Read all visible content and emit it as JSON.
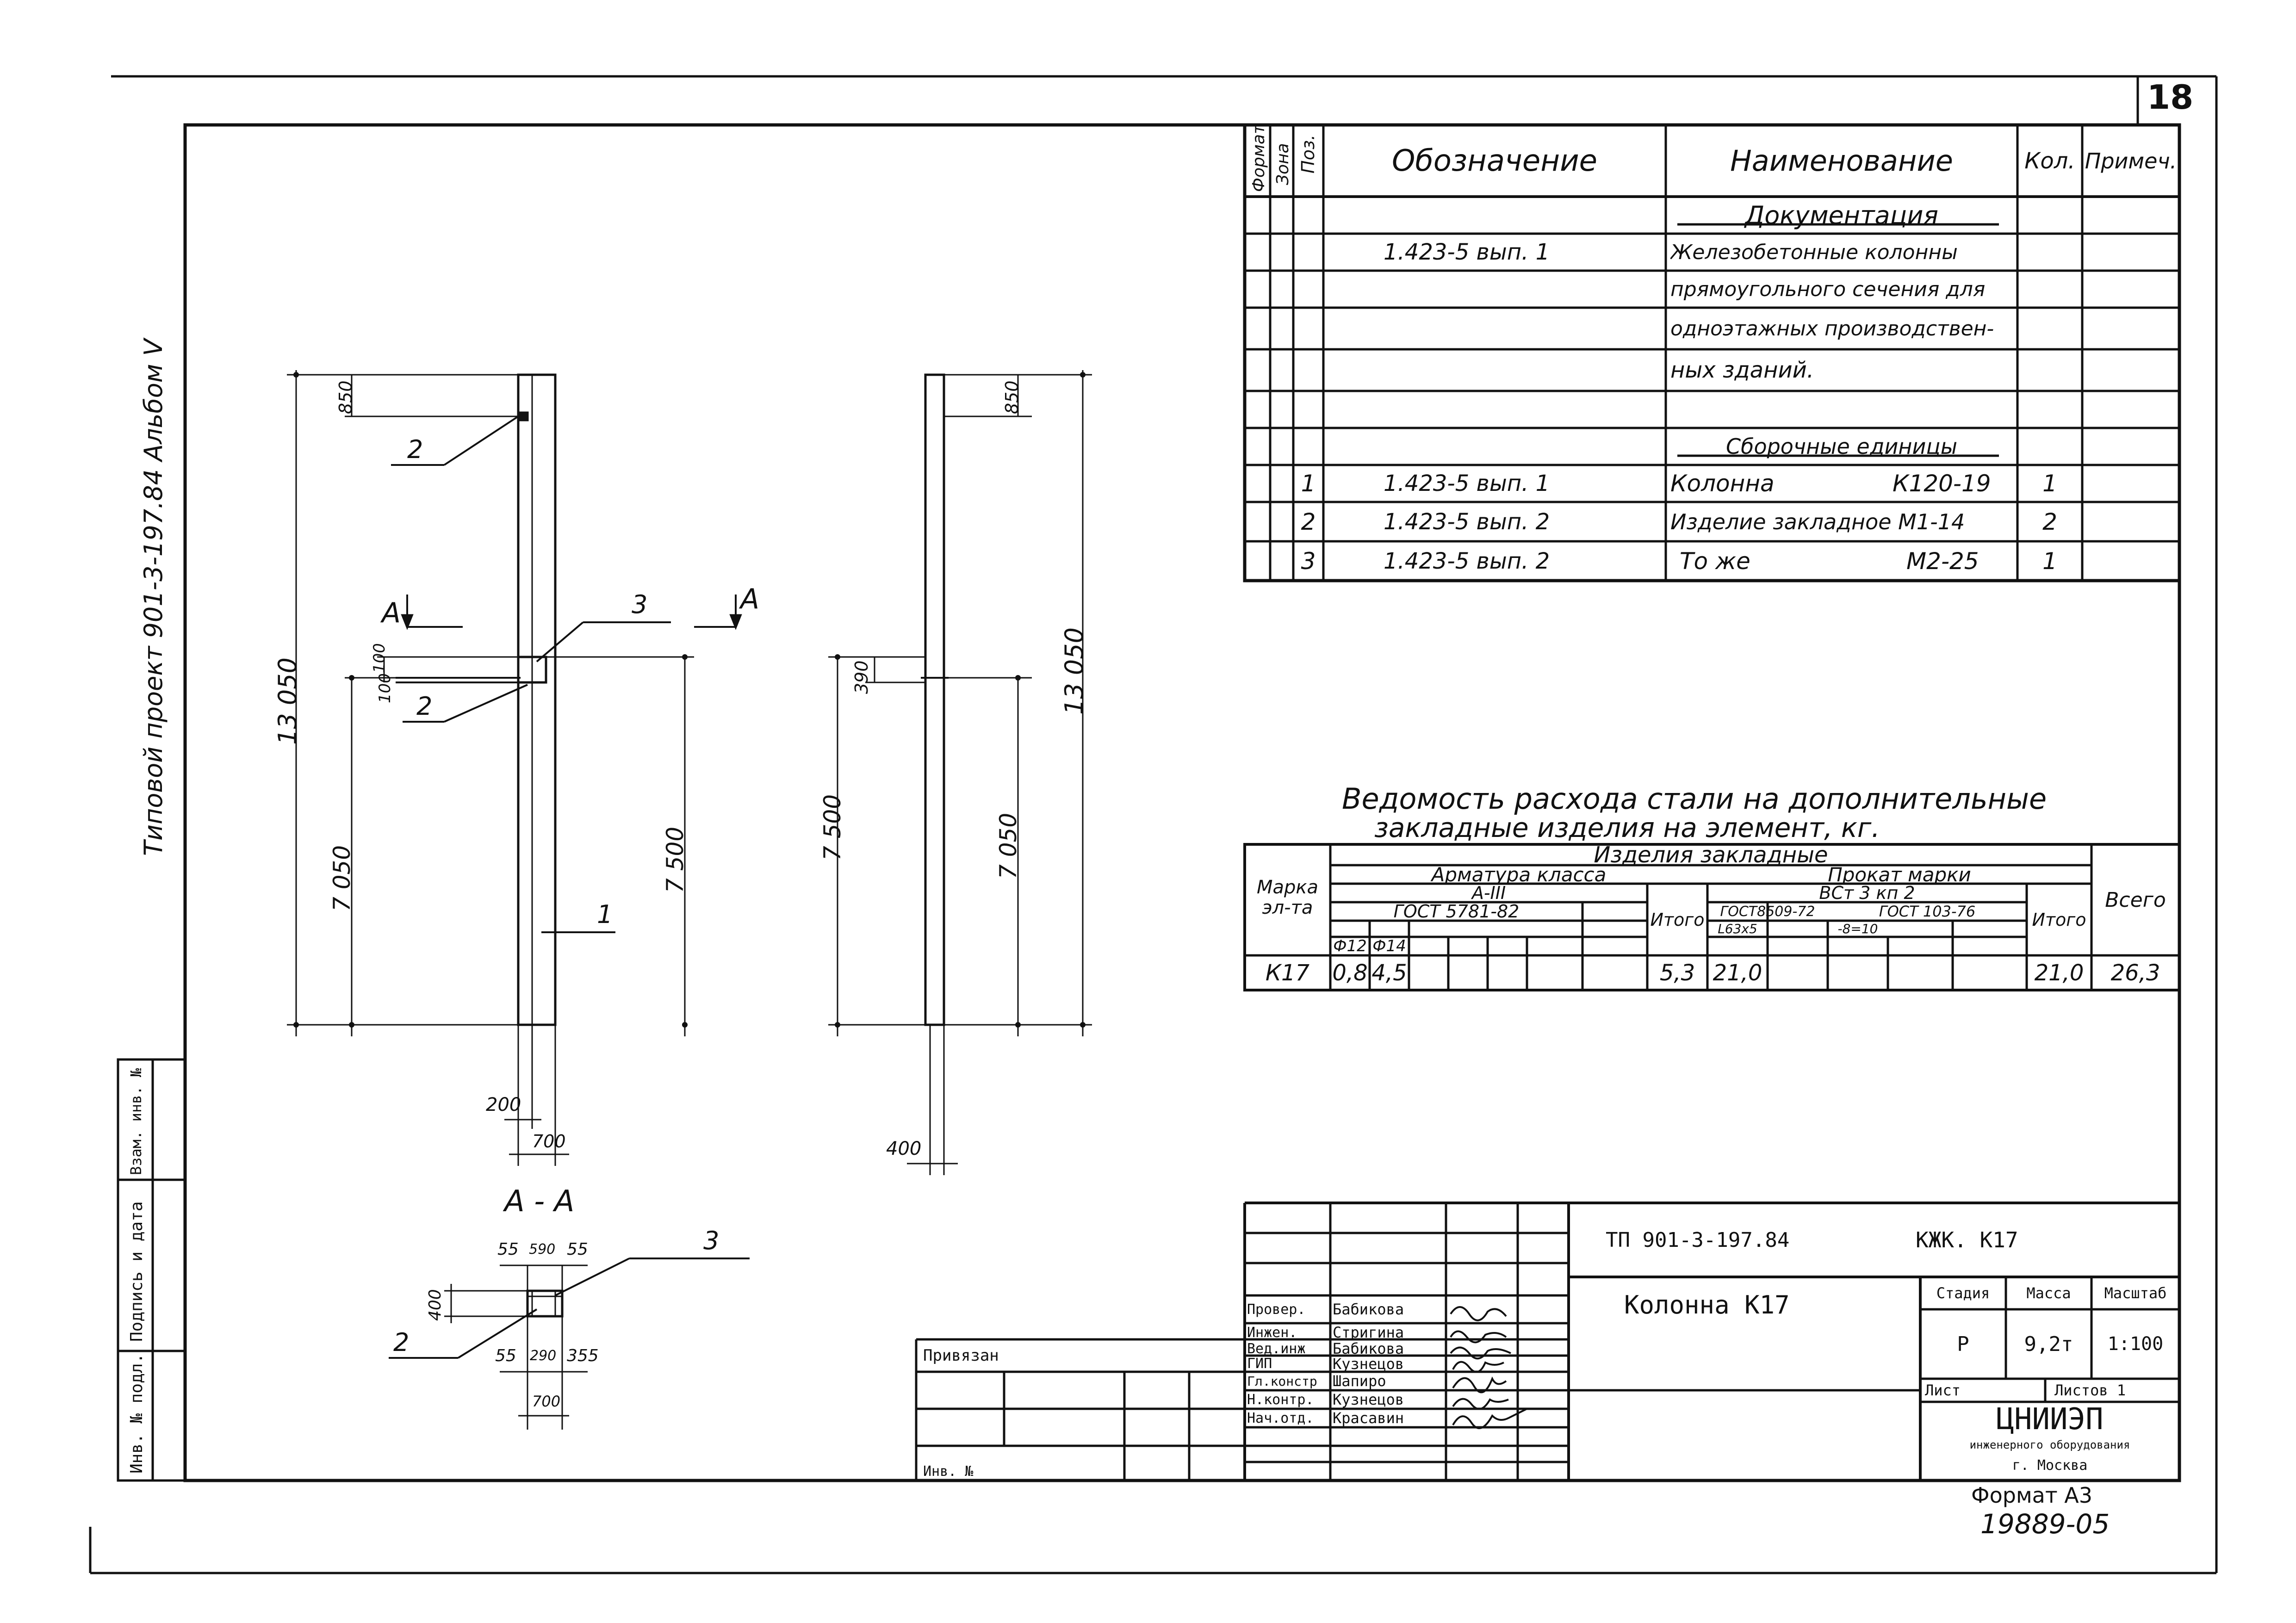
{
  "sheet_number": "18",
  "album_text": "Типовой проект 901-3-197.84 Альбом V",
  "spec_table": {
    "headers": {
      "format": "Формат",
      "zone": "Зона",
      "pos": "Поз.",
      "designation": "Обозначение",
      "name": "Наименование",
      "qty": "Кол.",
      "note": "Примеч."
    },
    "section_docs": "Документация",
    "doc_rows": [
      {
        "designation": "1.423-5 вып. 1",
        "name": "Железобетонные колонны"
      },
      {
        "designation": "",
        "name": "прямоугольного сечения для"
      },
      {
        "designation": "",
        "name": "одноэтажных производствен-"
      },
      {
        "designation": "",
        "name": "ных зданий."
      }
    ],
    "section_assemblies": "Сборочные единицы",
    "rows": [
      {
        "pos": "1",
        "designation": "1.423-5 вып. 1",
        "name": "Колонна",
        "mark": "К120-19",
        "qty": "1"
      },
      {
        "pos": "2",
        "designation": "1.423-5 вып. 2",
        "name": "Изделие закладное М1-14",
        "mark": "",
        "qty": "2"
      },
      {
        "pos": "3",
        "designation": "1.423-5 вып. 2",
        "name": "То же",
        "mark": "М2-25",
        "qty": "1"
      }
    ]
  },
  "steel_table": {
    "title_line1": "Ведомость расхода стали на дополнительные",
    "title_line2": "закладные изделия на элемент, кг.",
    "group": "Изделия закладные",
    "armature": "Арматура класса",
    "armature_class": "А-III",
    "armature_gost": "ГОСТ 5781-82",
    "itogo": "Итого",
    "prokat": "Прокат марки",
    "prokat_mark": "ВСт 3 кп 2",
    "gost1": "ГОСТ8509-72",
    "gost2": "ГОСТ 103-76",
    "sub1": "L63x5",
    "sub2": "-8=10",
    "d12": "Ф12",
    "d14": "Ф14",
    "mark_label": "Марка эл-та",
    "total_label": "Всего",
    "row": {
      "mark": "К17",
      "v12": "0,8",
      "v14": "4,5",
      "itogo1": "5,3",
      "l63": "21,0",
      "itogo2": "21,0",
      "total": "26,3"
    }
  },
  "drawing": {
    "section_label": "А - А",
    "cut_label": "А",
    "callouts": [
      "1",
      "2",
      "3"
    ],
    "dims_left": {
      "top": "850",
      "h100a": "100",
      "h100b": "100",
      "total": "13 050",
      "lower": "7 050",
      "to_console": "7 500",
      "foot": "200",
      "width": "700"
    },
    "dims_right": {
      "top": "850",
      "mid": "390",
      "total": "13 050",
      "lower": "7 500",
      "lower2": "7 050",
      "foot": "400"
    },
    "dims_section": {
      "a": "55",
      "b": "590",
      "c": "55",
      "d": "400",
      "e": "55",
      "f": "290",
      "g": "355",
      "h": "700"
    }
  },
  "title_block": {
    "code": "ТП 901-3-197.84",
    "doc_mark": "КЖК. К17",
    "item_name": "Колонна К17",
    "stage_label": "Стадия",
    "mass_label": "Масса",
    "scale_label": "Масштаб",
    "stage": "Р",
    "mass": "9,2т",
    "scale": "1:100",
    "sheet_label": "Лист",
    "sheets_label": "Листов 1",
    "org": "ЦНИИЭП",
    "org_sub1": "инженерного оборудования",
    "org_sub2": "г. Москва",
    "bound_label": "Привязан",
    "inv_label": "Инв. №",
    "roles": [
      {
        "role": "Провер.",
        "name": "Бабикова"
      },
      {
        "role": "Инжен.",
        "name": "Стригина"
      },
      {
        "role": "Вед.инж",
        "name": "Бабикова"
      },
      {
        "role": "ГИП",
        "name": "Кузнецов"
      },
      {
        "role": "Гл.констр",
        "name": "Шапиро"
      },
      {
        "role": "Н.контр.",
        "name": "Кузнецов"
      },
      {
        "role": "Нач.отд.",
        "name": "Красавин"
      }
    ]
  },
  "side_stamp": {
    "inv_podl": "Инв. № подл.",
    "signature_date": "Подпись и дата",
    "vzam_inv": "Взам. инв. №"
  },
  "format_label": "Формат А3",
  "archive_no": "19889-05"
}
